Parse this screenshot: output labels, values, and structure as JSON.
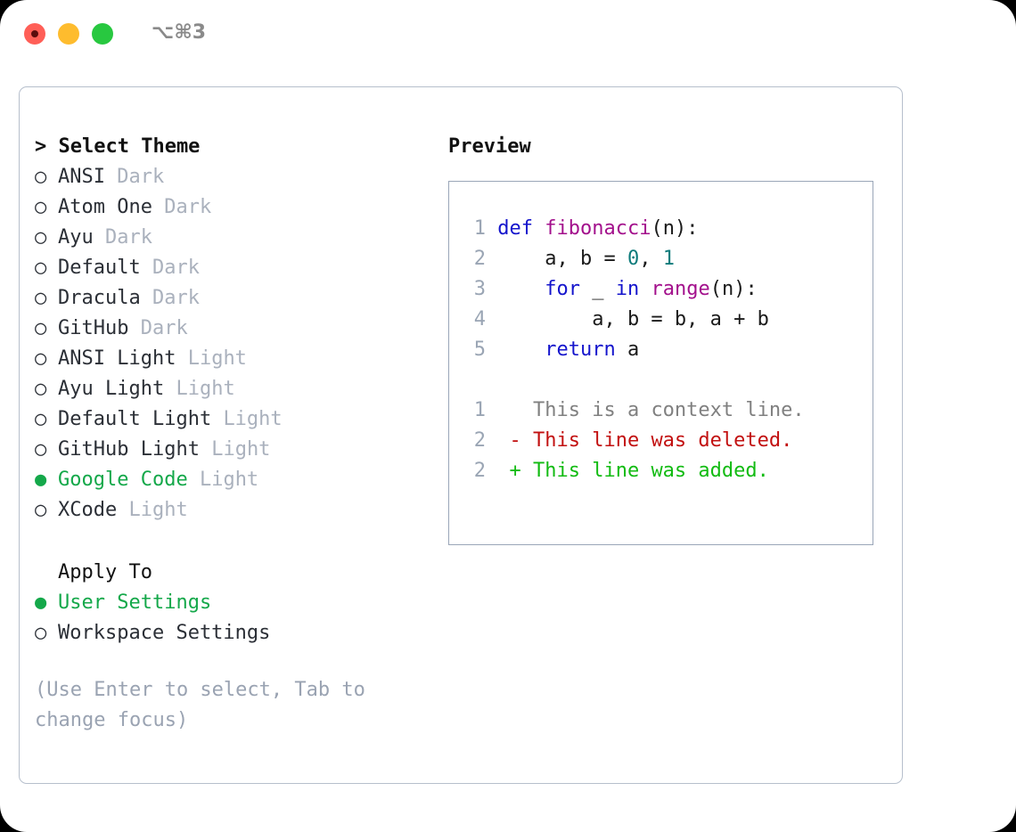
{
  "titlebar": {
    "shortcut": "⌥⌘3",
    "dots": [
      {
        "name": "close",
        "color": "#ff5f57"
      },
      {
        "name": "minimize",
        "color": "#febc2e"
      },
      {
        "name": "maximize",
        "color": "#28c840"
      }
    ]
  },
  "theme_picker": {
    "heading": "> Select Theme",
    "items": [
      {
        "marker": "○",
        "name": "ANSI",
        "variant": "Dark",
        "selected": false
      },
      {
        "marker": "○",
        "name": "Atom One",
        "variant": "Dark",
        "selected": false
      },
      {
        "marker": "○",
        "name": "Ayu",
        "variant": "Dark",
        "selected": false
      },
      {
        "marker": "○",
        "name": "Default",
        "variant": "Dark",
        "selected": false
      },
      {
        "marker": "○",
        "name": "Dracula",
        "variant": "Dark",
        "selected": false
      },
      {
        "marker": "○",
        "name": "GitHub",
        "variant": "Dark",
        "selected": false
      },
      {
        "marker": "○",
        "name": "ANSI Light",
        "variant": "Light",
        "selected": false
      },
      {
        "marker": "○",
        "name": "Ayu Light",
        "variant": "Light",
        "selected": false
      },
      {
        "marker": "○",
        "name": "Default Light",
        "variant": "Light",
        "selected": false
      },
      {
        "marker": "○",
        "name": "GitHub Light",
        "variant": "Light",
        "selected": false
      },
      {
        "marker": "●",
        "name": "Google Code",
        "variant": "Light",
        "selected": true
      },
      {
        "marker": "○",
        "name": "XCode",
        "variant": "Light",
        "selected": false
      }
    ]
  },
  "apply_to": {
    "heading": "Apply To",
    "items": [
      {
        "marker": "●",
        "name": "User Settings",
        "selected": true
      },
      {
        "marker": "○",
        "name": "Workspace Settings",
        "selected": false
      }
    ]
  },
  "hint": "(Use Enter to select, Tab to change focus)",
  "preview": {
    "title": "Preview",
    "code_lines": [
      {
        "num": "1",
        "tokens": [
          {
            "t": "def",
            "c": "kw"
          },
          {
            "t": " ",
            "c": "pl"
          },
          {
            "t": "fibonacci",
            "c": "fn"
          },
          {
            "t": "(n):",
            "c": "pl"
          }
        ]
      },
      {
        "num": "2",
        "tokens": [
          {
            "t": "    a, b = ",
            "c": "pl"
          },
          {
            "t": "0",
            "c": "num"
          },
          {
            "t": ", ",
            "c": "pl"
          },
          {
            "t": "1",
            "c": "num"
          }
        ]
      },
      {
        "num": "3",
        "tokens": [
          {
            "t": "    ",
            "c": "pl"
          },
          {
            "t": "for",
            "c": "kw"
          },
          {
            "t": " _ ",
            "c": "pl"
          },
          {
            "t": "in",
            "c": "kw"
          },
          {
            "t": " ",
            "c": "pl"
          },
          {
            "t": "range",
            "c": "fn"
          },
          {
            "t": "(n):",
            "c": "pl"
          }
        ]
      },
      {
        "num": "4",
        "tokens": [
          {
            "t": "        a, b = b, a + b",
            "c": "pl"
          }
        ]
      },
      {
        "num": "5",
        "tokens": [
          {
            "t": "    ",
            "c": "pl"
          },
          {
            "t": "return",
            "c": "kw"
          },
          {
            "t": " a",
            "c": "pl"
          }
        ]
      }
    ],
    "diff_lines": [
      {
        "num": "1",
        "text": "  This is a context line.",
        "kind": "ctx"
      },
      {
        "num": "2",
        "text": "- This line was deleted.",
        "kind": "del"
      },
      {
        "num": "2",
        "text": "+ This line was added.",
        "kind": "add"
      }
    ]
  },
  "colors": {
    "accent_green": "#14a84a",
    "muted": "#aab1bd",
    "hint": "#9aa3b2",
    "keyword": "#1414cc",
    "function": "#a3108c",
    "number": "#0d7b7b",
    "diff_add": "#12bb12",
    "diff_del": "#c21010",
    "diff_ctx": "#808080",
    "line_number": "#9aa5b4",
    "panel_border": "#b6bfcc",
    "preview_border": "#9aa6b8"
  }
}
